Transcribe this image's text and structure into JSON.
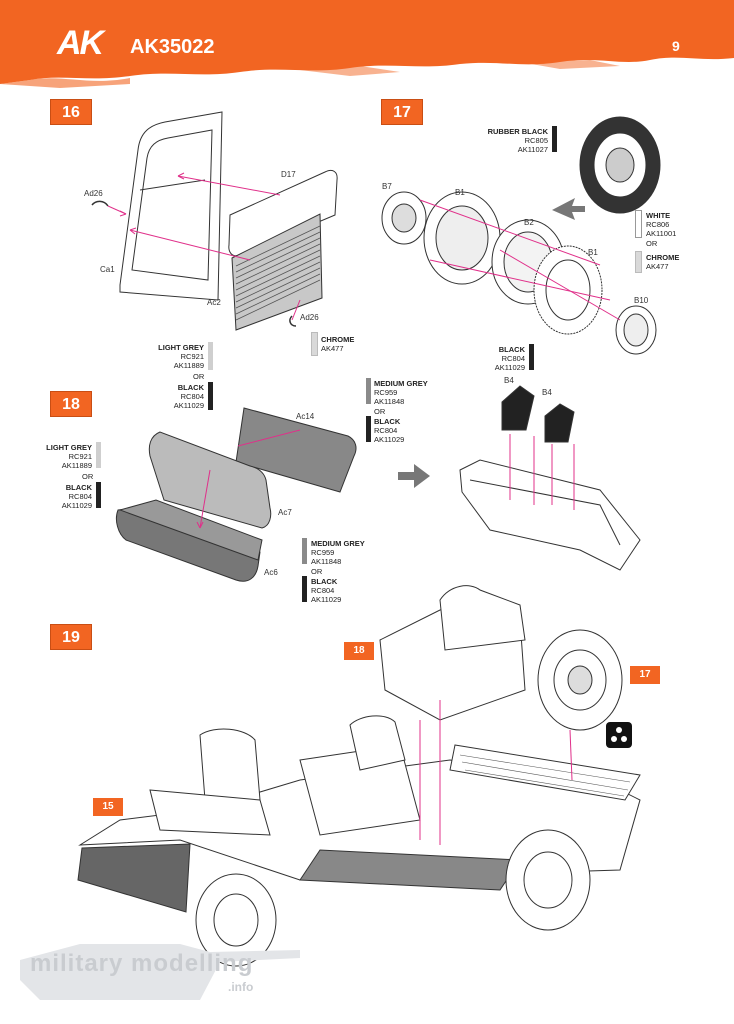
{
  "header": {
    "logo": "AK",
    "code": "AK35022",
    "page": "9"
  },
  "steps": {
    "s16": "16",
    "s17": "17",
    "s18": "18",
    "s19": "19"
  },
  "refs": {
    "r15": "15",
    "r17": "17",
    "r18": "18"
  },
  "parts": {
    "d17": "D17",
    "ad26a": "Ad26",
    "ca1": "Ca1",
    "ac2": "Ac2",
    "ad26b": "Ad26",
    "b7": "B7",
    "b1a": "B1",
    "b2": "B2",
    "b1b": "B1",
    "b10": "B10",
    "b4a": "B4",
    "b4b": "B4",
    "ac14": "Ac14",
    "ac7": "Ac7",
    "ac6": "Ac6"
  },
  "paints": {
    "p16_lightgrey": {
      "name": "LIGHT GREY",
      "rc": "RC921",
      "ak": "AK11889"
    },
    "p16_black": {
      "name": "BLACK",
      "rc": "RC804",
      "ak": "AK11029"
    },
    "p16_chrome": {
      "name": "CHROME",
      "ak": "AK477"
    },
    "p17_rubber": {
      "name": "RUBBER BLACK",
      "rc": "RC805",
      "ak": "AK11027"
    },
    "p17_white": {
      "name": "WHITE",
      "rc": "RC806",
      "ak": "AK11001"
    },
    "p17_chrome": {
      "name": "CHROME",
      "ak": "AK477"
    },
    "p17_black": {
      "name": "BLACK",
      "rc": "RC804",
      "ak": "AK11029"
    },
    "p18_medgrey": {
      "name": "MEDIUM GREY",
      "rc": "RC959",
      "ak": "AK11848"
    },
    "p18_black1": {
      "name": "BLACK",
      "rc": "RC804",
      "ak": "AK11029"
    },
    "p18_lightgrey": {
      "name": "LIGHT GREY",
      "rc": "RC921",
      "ak": "AK11889"
    },
    "p18_black2": {
      "name": "BLACK",
      "rc": "RC804",
      "ak": "AK11029"
    },
    "p18_medgrey2": {
      "name": "MEDIUM GREY",
      "rc": "RC959",
      "ak": "AK11848"
    },
    "p18_black3": {
      "name": "BLACK",
      "rc": "RC804",
      "ak": "AK11029"
    }
  },
  "or_label": "OR",
  "watermark": {
    "main": "military modelling",
    "sub": ".info"
  },
  "colors": {
    "accent": "#f26522",
    "arrow": "#e0308a",
    "lightgrey": "#cfcfcf",
    "medgrey": "#8a8a8a",
    "black": "#222222",
    "chrome": "#d9d9d9"
  }
}
